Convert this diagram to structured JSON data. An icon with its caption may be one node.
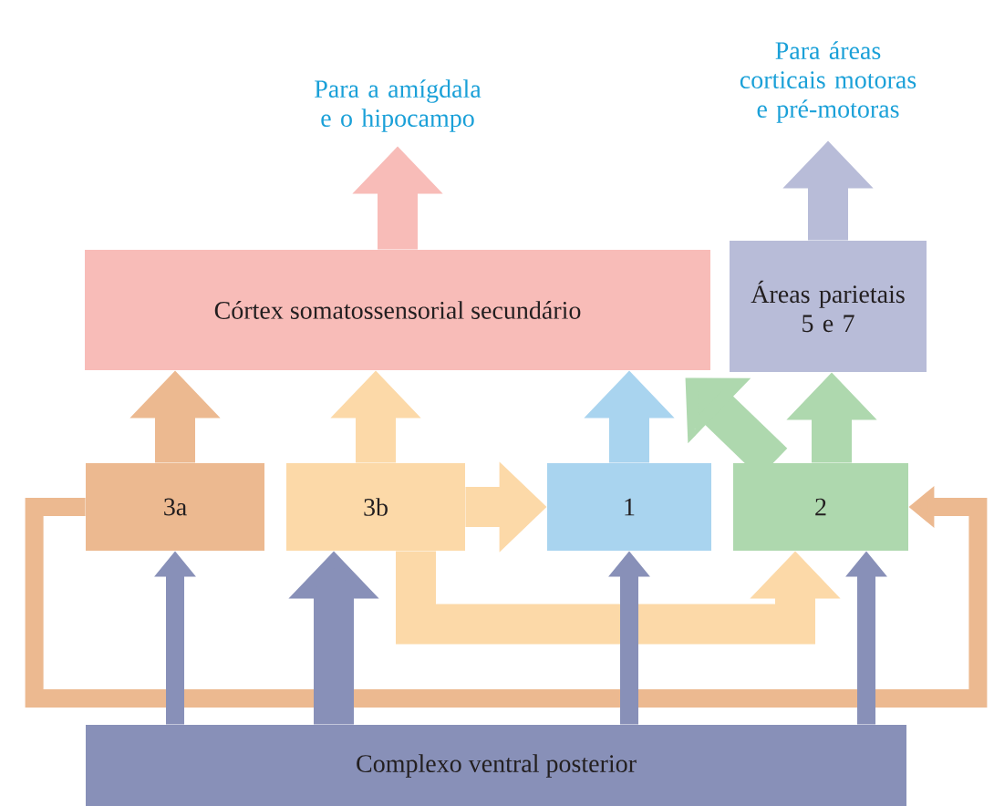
{
  "diagram": {
    "nodes": [
      {
        "text": [
          "Córtex somatossensorial secundário"
        ]
      },
      {
        "text": [
          "Áreas parietais 5 e 7"
        ]
      },
      {
        "text": [
          "Para a amígdala e o hipocampo"
        ]
      },
      {
        "text": [
          "Para áreas corticais motoras e pré-motoras"
        ]
      },
      {
        "text": [
          "3a"
        ]
      },
      {
        "text": [
          "3b"
        ]
      },
      {
        "text": [
          "1"
        ]
      },
      {
        "text": [
          "2"
        ]
      },
      {
        "text": [
          "Complexo ventral posterior"
        ]
      }
    ],
    "edges": [
      {
        "from": 0,
        "to": 2,
        "arrow": "to",
        "color": "#f8bcb8"
      },
      {
        "from": 1,
        "to": 3,
        "arrow": "to",
        "color": "#b8bcd8"
      },
      {
        "from": 4,
        "to": 0,
        "arrow": "to",
        "color": "#ecb990"
      },
      {
        "from": 5,
        "to": 0,
        "arrow": "to",
        "color": "#fcd9a8"
      },
      {
        "from": 6,
        "to": 0,
        "arrow": "to",
        "color": "#a9d4ef"
      },
      {
        "from": 7,
        "to": 0,
        "arrow": "to",
        "color": "#aed8ae"
      },
      {
        "from": 7,
        "to": 1,
        "arrow": "to",
        "color": "#aed8ae"
      },
      {
        "from": 5,
        "to": 6,
        "arrow": "to",
        "color": "#fcd9a8"
      },
      {
        "from": 5,
        "to": 7,
        "arrow": "to",
        "color": "#fcd9a8"
      },
      {
        "from": 4,
        "to": 7,
        "arrow": "to",
        "color": "#ecb990"
      },
      {
        "from": 8,
        "to": 4,
        "arrow": "to"
      },
      {
        "from": 8,
        "to": 5,
        "arrow": "to"
      },
      {
        "from": 8,
        "to": 6,
        "arrow": "to"
      },
      {
        "from": 8,
        "to": 7,
        "arrow": "to"
      }
    ]
  }
}
